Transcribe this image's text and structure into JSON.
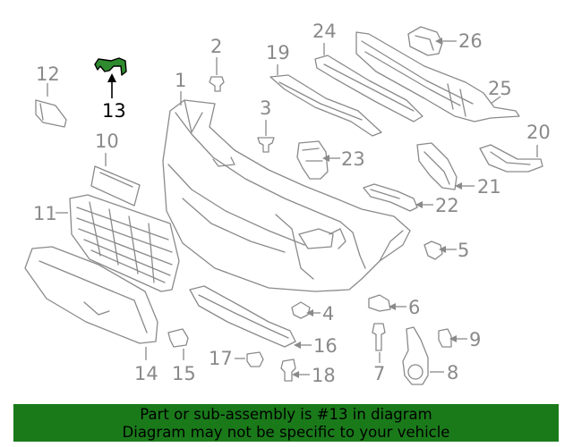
{
  "callouts": [
    "1",
    "2",
    "3",
    "4",
    "5",
    "6",
    "7",
    "8",
    "9",
    "10",
    "11",
    "12",
    "13",
    "14",
    "15",
    "16",
    "17",
    "18",
    "19",
    "20",
    "21",
    "22",
    "23",
    "24",
    "25",
    "26"
  ],
  "highlighted_callout": "13",
  "colors": {
    "part_stroke": "#8a8a8a",
    "highlight_part": "#2e8b2e",
    "banner_bg": "#1a7a1a",
    "banner_text": "#000000"
  },
  "banner": {
    "line1": "Part or sub-assembly is #13 in diagram",
    "line2": "Diagram may not be specific to your vehicle"
  }
}
